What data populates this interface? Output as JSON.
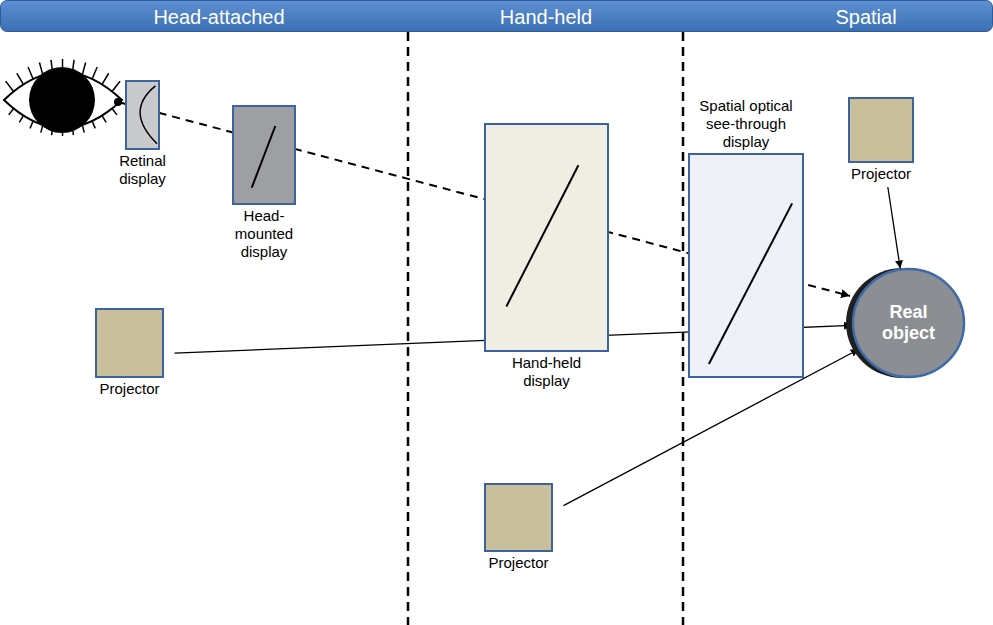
{
  "diagram": {
    "nodes": [
      {
        "text": [
          "Head-attached",
          "Hand-held",
          "Spatial"
        ]
      },
      {
        "text": [
          "Retinal display"
        ]
      },
      {
        "text": [
          "Head-mounted display"
        ]
      },
      {
        "text": [
          "Hand-held display"
        ]
      },
      {
        "text": [
          "Spatial optical see-through display"
        ]
      },
      {
        "text": [
          "Projector"
        ]
      },
      {
        "text": [
          "Real object"
        ]
      },
      {
        "text": [
          "Projector"
        ]
      },
      {
        "text": [
          "Projector"
        ]
      }
    ],
    "edges": [
      {
        "from": 5,
        "to": 6,
        "arrow": "to"
      },
      {
        "from": 7,
        "to": 6,
        "arrow": "to"
      },
      {
        "from": 8,
        "to": 6,
        "arrow": "to"
      }
    ]
  }
}
